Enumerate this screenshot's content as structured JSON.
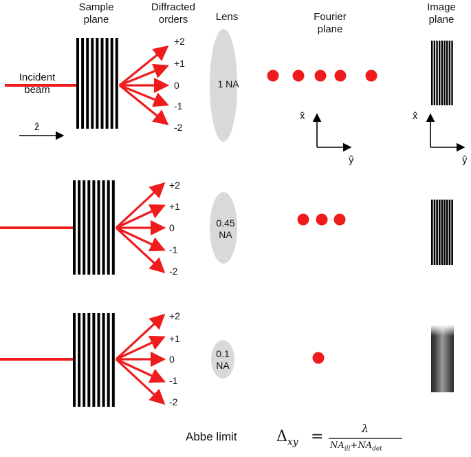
{
  "headers": {
    "sample_plane": [
      "Sample",
      "plane"
    ],
    "diffracted_orders": [
      "Diffracted",
      "orders"
    ],
    "lens": "Lens",
    "fourier_plane": [
      "Fourier",
      "plane"
    ],
    "image_plane": [
      "Image",
      "plane"
    ]
  },
  "incident_beam": [
    "Incident",
    "beam"
  ],
  "z_axis": "ẑ",
  "x_axis": "x̂",
  "y_axis": "ŷ",
  "order_labels": [
    "+2",
    "+1",
    "0",
    "-1",
    "-2"
  ],
  "rows": [
    {
      "na_label": [
        "1 NA"
      ],
      "fourier_spots": 5
    },
    {
      "na_label": [
        "0.45",
        "NA"
      ],
      "fourier_spots": 3
    },
    {
      "na_label": [
        "0.1",
        "NA"
      ],
      "fourier_spots": 1
    }
  ],
  "abbe": {
    "label": "Abbe limit",
    "lhs": "Δ",
    "lhs_sub": "xy",
    "equals": "=",
    "numerator": "λ",
    "den_a": "NA",
    "den_a_sub": "ill",
    "plus": "+",
    "den_b": "NA",
    "den_b_sub": "det"
  },
  "colors": {
    "beam": "#ee1c1c",
    "lens": "#d9d9d9",
    "grating": "#000000"
  }
}
